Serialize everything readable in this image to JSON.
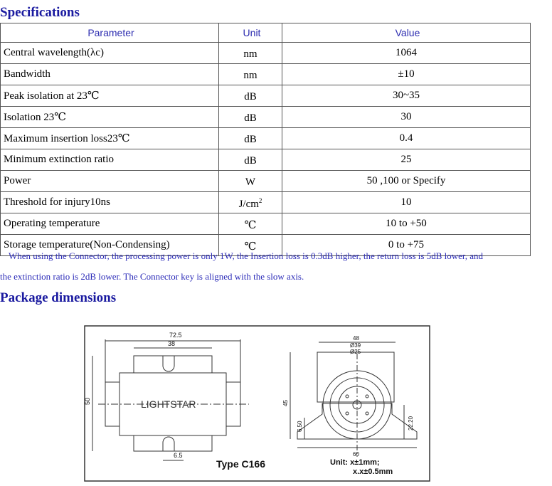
{
  "spec_title": "Specifications",
  "headers": {
    "parameter": "Parameter",
    "unit": "Unit",
    "value": "Value"
  },
  "rows": [
    {
      "param": "Central wavelength(λc)",
      "unit": "nm",
      "value": "1064"
    },
    {
      "param": "Bandwidth",
      "unit": "nm",
      "value": "±10"
    },
    {
      "param": "Peak isolation at 23℃",
      "unit": "dB",
      "value": "30~35"
    },
    {
      "param": "Isolation 23℃",
      "unit": "dB",
      "value": "30"
    },
    {
      "param": "Maximum insertion loss23℃",
      "unit": "dB",
      "value": "0.4"
    },
    {
      "param": "Minimum extinction ratio",
      "unit": "dB",
      "value": "25"
    },
    {
      "param": "Power",
      "unit": "W",
      "value": "50 ,100 or Specify"
    },
    {
      "param": "Threshold for injury10ns",
      "unit": "J/cm",
      "unit_sup": "2",
      "value": "10"
    },
    {
      "param": "Operating temperature",
      "unit": "℃",
      "value": "10 to +50"
    },
    {
      "param": "Storage temperature(Non-Condensing)",
      "unit": "℃",
      "value": "0 to +75"
    }
  ],
  "note_line1": "When using the Connector, the processing power is only 1W, the Insertion loss is 0.3dB higher, the return loss is 5dB lower, and",
  "note_line2": "the extinction ratio is 2dB lower. The Connector key is aligned with the slow axis.",
  "pkg_title": "Package dimensions",
  "drawing": {
    "dim_72_5": "72.5",
    "dim_38": "38",
    "dim_50": "50",
    "dim_6_5": "6.5",
    "brand": "LIGHTSTAR",
    "type_label": "Type C166",
    "dim_48": "48",
    "dim_39": "Ø39",
    "dim_25": "Ø25",
    "dim_45": "45",
    "dim_6_50": "6.50",
    "dim_22_20": "22.20",
    "dim_60": "60",
    "unit_line1": "Unit: x±1mm;",
    "unit_line2": "x.x±0.5mm"
  }
}
